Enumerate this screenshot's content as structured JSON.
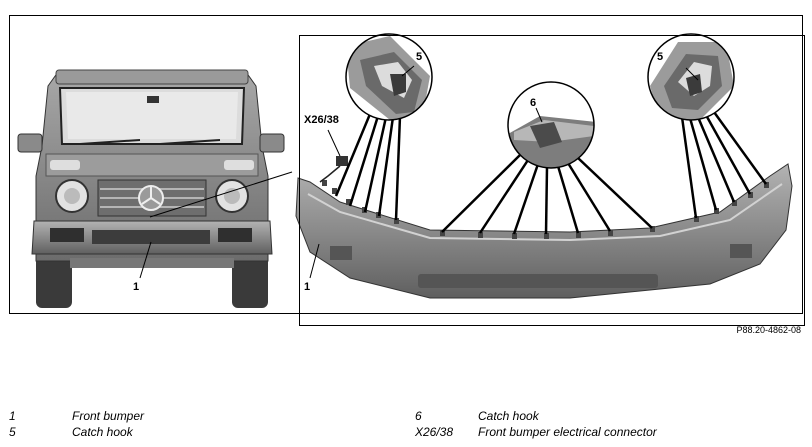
{
  "figure": {
    "reference_code": "P88.20-4862-08",
    "callouts": [
      {
        "id": "c1a",
        "label": "1"
      },
      {
        "id": "c1b",
        "label": "1"
      },
      {
        "id": "c5a",
        "label": "5"
      },
      {
        "id": "c5b",
        "label": "5"
      },
      {
        "id": "c6",
        "label": "6"
      },
      {
        "id": "cx",
        "label": "X26/38"
      }
    ]
  },
  "legend": [
    {
      "number": "1",
      "text": "Front bumper"
    },
    {
      "number": "5",
      "text": "Catch hook"
    },
    {
      "number": "6",
      "text": "Catch hook"
    },
    {
      "number": "X26/38",
      "text": "Front bumper electrical connector"
    }
  ],
  "colors": {
    "body_gray": "#8a8a8a",
    "dark_gray": "#4a4a4a",
    "light_gray": "#c9c9c9",
    "line": "#000000"
  }
}
